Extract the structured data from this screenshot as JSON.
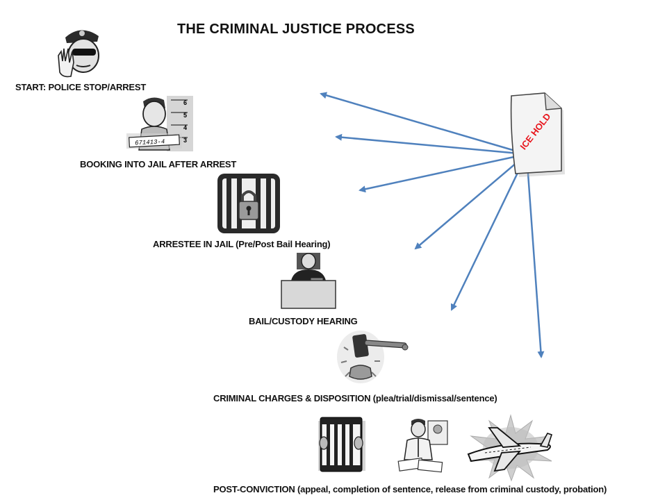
{
  "title": "THE CRIMINAL JUSTICE PROCESS",
  "steps": [
    {
      "main": "START: POLICE STOP/ARREST",
      "sub": ""
    },
    {
      "main": "BOOKING INTO JAIL AFTER ARREST",
      "sub": ""
    },
    {
      "main": "ARRESTEE IN JAIL",
      "sub": " (Pre/Post Bail Hearing)"
    },
    {
      "main": "BAIL/CUSTODY HEARING",
      "sub": ""
    },
    {
      "main": "CRIMINAL CHARGES & DISPOSITION",
      "sub": " (plea/trial/dismissal/sentence)"
    },
    {
      "main": "POST-CONVICTION",
      "sub": " (appeal, completion of sentence, release from criminal custody, probation)"
    }
  ],
  "ice_hold": {
    "label": "ICE HOLD",
    "color": "#e8141b"
  },
  "booking_placard": "671413-4",
  "height_marks": [
    "6",
    "5",
    "4",
    "3"
  ],
  "arrow_color": "#4f81bd",
  "icons": [
    "police-officer-icon",
    "booking-mugshot-icon",
    "jail-cell-lock-icon",
    "judge-at-bench-icon",
    "gavel-icon",
    "prison-bars-icon",
    "man-with-documents-icon",
    "airplane-deportation-icon",
    "ice-hold-document-icon"
  ]
}
